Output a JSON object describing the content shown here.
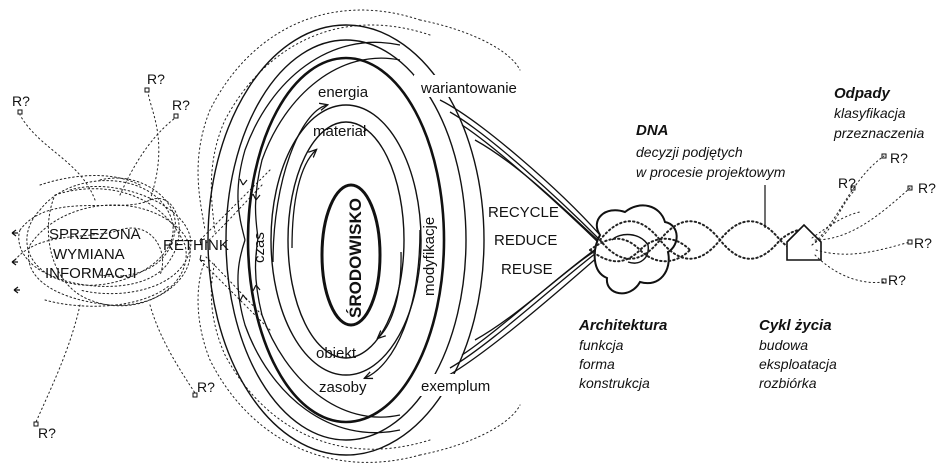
{
  "center": {
    "core": "ŚRODOWISKO",
    "inner_top": "materiał",
    "inner_bottom": "obiekt",
    "outer_top": "energia",
    "outer_bottom": "zasoby",
    "left_side": "czas",
    "right_side": "modyfikacje"
  },
  "arcs": {
    "top": "wariantowanie",
    "bottom": "exemplum"
  },
  "left": {
    "cluster_line1": "SPRZEZONA",
    "cluster_line2": "WYMIANA",
    "cluster_line3": "INFORMACJI",
    "rethink": "RETHINK"
  },
  "strategies": {
    "recycle": "RECYCLE",
    "reduce": "REDUCE",
    "reuse": "REUSE"
  },
  "dna": {
    "title": "DNA",
    "line1": "decyzji podjętych",
    "line2": "w procesie projektowym"
  },
  "architektura": {
    "title": "Architektura",
    "items": [
      "funkcja",
      "forma",
      "konstrukcja"
    ]
  },
  "cykl": {
    "title": "Cykl życia",
    "items": [
      "budowa",
      "eksploatacja",
      "rozbiórka"
    ]
  },
  "odpady": {
    "title": "Odpady",
    "line1": "klasyfikacja",
    "line2": "przeznaczenia"
  },
  "rq": "R?"
}
